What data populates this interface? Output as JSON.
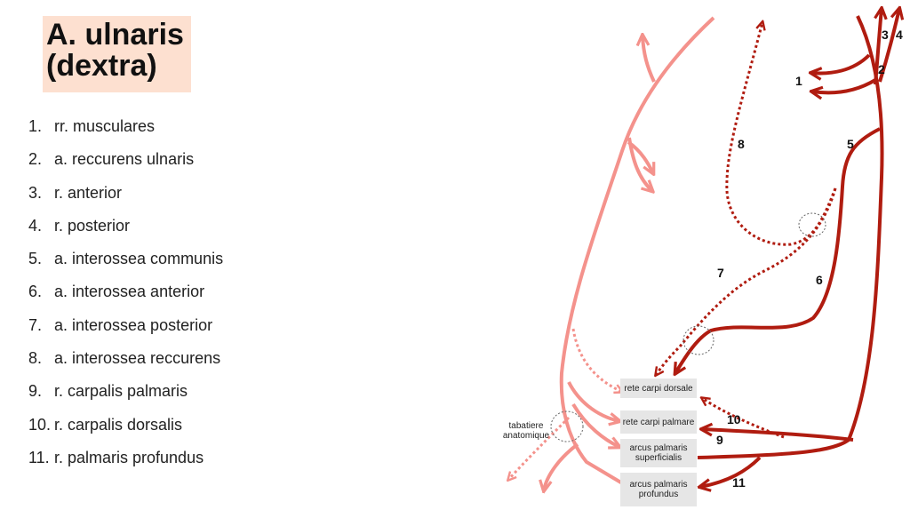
{
  "title": {
    "line1": "A. ulnaris",
    "line2": "(dextra)"
  },
  "colors": {
    "dark": "#b01c10",
    "light": "#f4928c",
    "title_bg": "#fde0d0",
    "box_bg": "#e6e6e6"
  },
  "legend": [
    {
      "num": "1.",
      "text": "rr. musculares"
    },
    {
      "num": "2.",
      "text": "a. reccurens ulnaris"
    },
    {
      "num": "3.",
      "text": "r. anterior"
    },
    {
      "num": "4.",
      "text": "r. posterior"
    },
    {
      "num": "5.",
      "text": "a. interossea communis"
    },
    {
      "num": "6.",
      "text": "a. interossea anterior"
    },
    {
      "num": "7.",
      "text": "a. interossea posterior"
    },
    {
      "num": "8.",
      "text": "a. interossea reccurens"
    },
    {
      "num": "9.",
      "text": "r. carpalis palmaris"
    },
    {
      "num": "10.",
      "text": "r. carpalis dorsalis"
    },
    {
      "num": "11.",
      "text": "r. palmaris profundus"
    }
  ],
  "diagram_labels": {
    "n1": "1",
    "n2": "2",
    "n3": "3",
    "n4": "4",
    "n5": "5",
    "n6": "6",
    "n7": "7",
    "n8": "8",
    "n9": "9",
    "n10": "10",
    "n11": "11"
  },
  "boxes": {
    "rete_dorsale": "rete carpi dorsale",
    "rete_palmare": "rete carpi palmare",
    "arcus_superficialis_1": "arcus palmaris",
    "arcus_superficialis_2": "superficialis",
    "arcus_profundus_1": "arcus palmaris",
    "arcus_profundus_2": "profundus"
  },
  "tabatiere": {
    "line1": "tabatiere",
    "line2": "anatomique"
  }
}
